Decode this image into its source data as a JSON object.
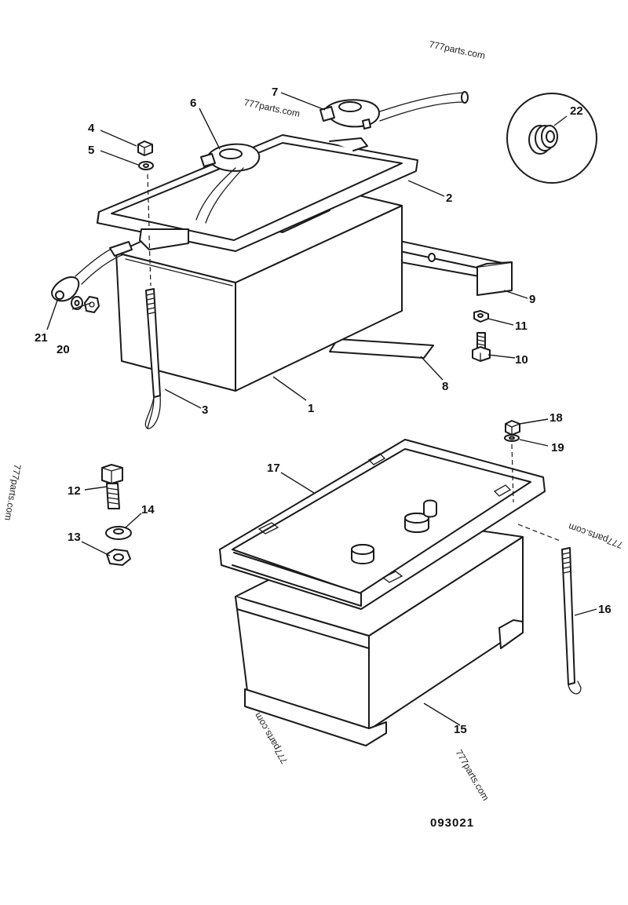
{
  "watermarks": {
    "top": "777parts.com",
    "near_clamp": "777parts.com",
    "left_edge": "777parts.com",
    "right_edge": "777parts.com",
    "bottom_center": "777parts.com",
    "bottom_right": "777parts.com"
  },
  "drawing_number": "093021",
  "callouts": {
    "p1": "1",
    "p2": "2",
    "p3": "3",
    "p4": "4",
    "p5": "5",
    "p6": "6",
    "p7": "7",
    "p8": "8",
    "p9": "9",
    "p10": "10",
    "p11": "11",
    "p12": "12",
    "p13": "13",
    "p14": "14",
    "p15": "15",
    "p16": "16",
    "p17": "17",
    "p18": "18",
    "p19": "19",
    "p20": "20",
    "p21": "21",
    "p22": "22"
  }
}
